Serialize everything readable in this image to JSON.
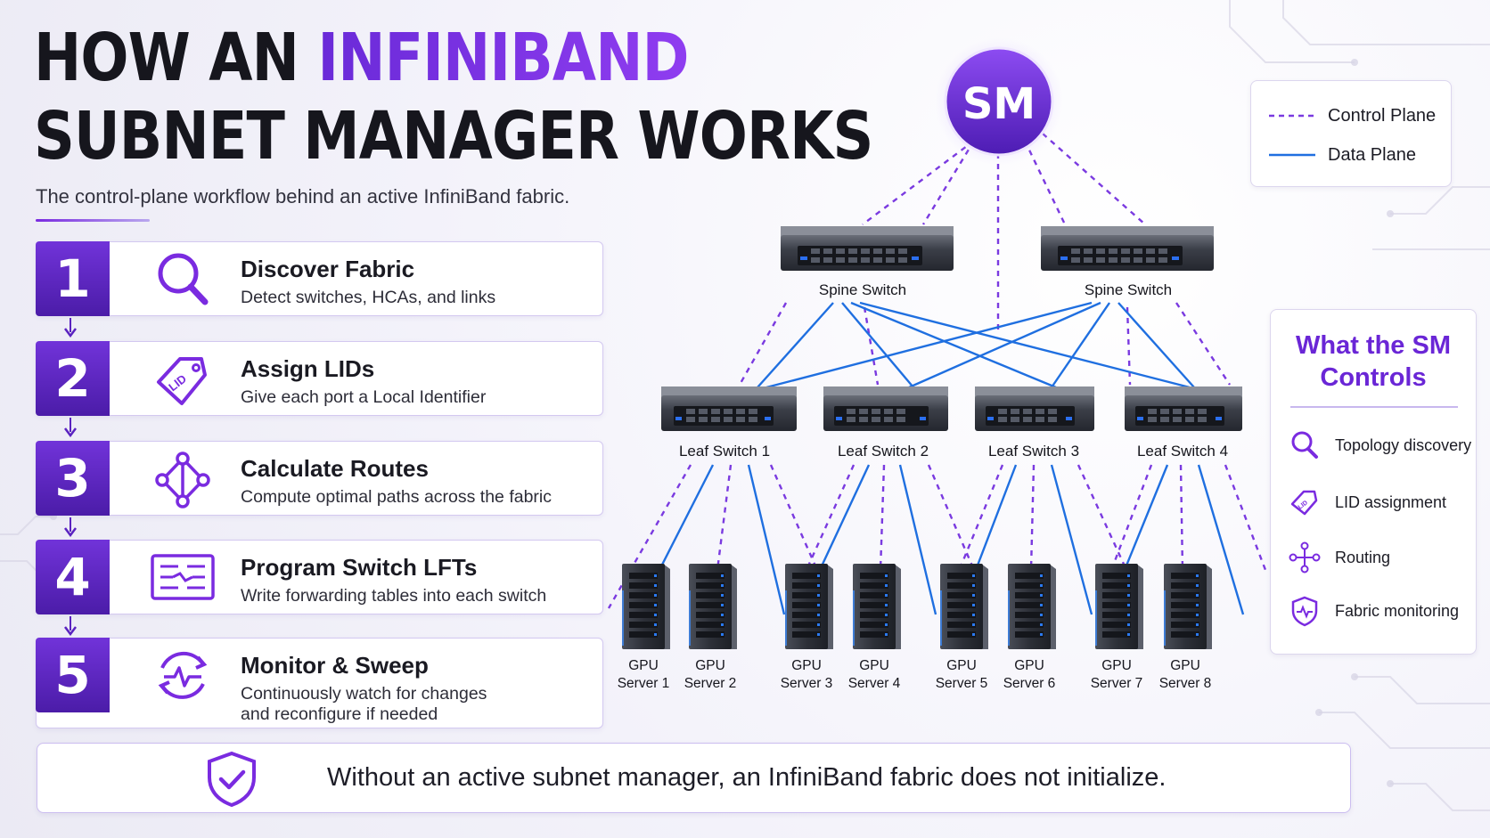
{
  "title": {
    "prefix": "HOW AN ",
    "accent": "INFINIBAND",
    "line2": "SUBNET MANAGER WORKS"
  },
  "subtitle": "The control-plane workflow behind an active InfiniBand fabric.",
  "steps": [
    {
      "number": "1",
      "title": "Discover Fabric",
      "desc": "Detect switches, HCAs, and links",
      "icon": "magnifier-icon"
    },
    {
      "number": "2",
      "title": "Assign LIDs",
      "desc": "Give each port a Local Identifier",
      "icon": "lid-tag-icon",
      "icon_text": "LID"
    },
    {
      "number": "3",
      "title": "Calculate Routes",
      "desc": "Compute optimal paths across the fabric",
      "icon": "route-graph-icon"
    },
    {
      "number": "4",
      "title": "Program Switch LFTs",
      "desc": "Write forwarding tables into each switch",
      "icon": "forwarding-table-icon"
    },
    {
      "number": "5",
      "title": "Monitor & Sweep",
      "desc": "Continuously watch for changes",
      "desc2": "and reconfigure if needed",
      "icon": "monitor-sweep-icon"
    }
  ],
  "diagram": {
    "sm_label": "SM",
    "spines": [
      "Spine Switch",
      "Spine Switch"
    ],
    "leaves": [
      "Leaf Switch 1",
      "Leaf Switch 2",
      "Leaf Switch 3",
      "Leaf Switch 4"
    ],
    "servers": [
      {
        "line1": "GPU",
        "line2": "Server 1"
      },
      {
        "line1": "GPU",
        "line2": "Server 2"
      },
      {
        "line1": "GPU",
        "line2": "Server 3"
      },
      {
        "line1": "GPU",
        "line2": "Server 4"
      },
      {
        "line1": "GPU",
        "line2": "Server 5"
      },
      {
        "line1": "GPU",
        "line2": "Server 6"
      },
      {
        "line1": "GPU",
        "line2": "Server 7"
      },
      {
        "line1": "GPU",
        "line2": "Server 8"
      }
    ]
  },
  "legend": {
    "control": "Control Plane",
    "data": "Data Plane"
  },
  "controls": {
    "title_line1": "What the SM",
    "title_line2": "Controls",
    "items": [
      {
        "label": "Topology discovery",
        "icon": "magnifier-icon"
      },
      {
        "label": "LID assignment",
        "icon": "lid-tag-icon",
        "icon_text": "LID"
      },
      {
        "label": "Routing",
        "icon": "route-graph-icon"
      },
      {
        "label": "Fabric monitoring",
        "icon": "shield-pulse-icon"
      }
    ]
  },
  "banner": {
    "text": "Without an active subnet manager, an InfiniBand fabric does not initialize.",
    "icon": "shield-check-icon"
  },
  "colors": {
    "accent": "#7a2be0",
    "step_badge": "#5a22c0",
    "control_plane": "#7a3ae0",
    "data_plane": "#1f6fe0"
  }
}
